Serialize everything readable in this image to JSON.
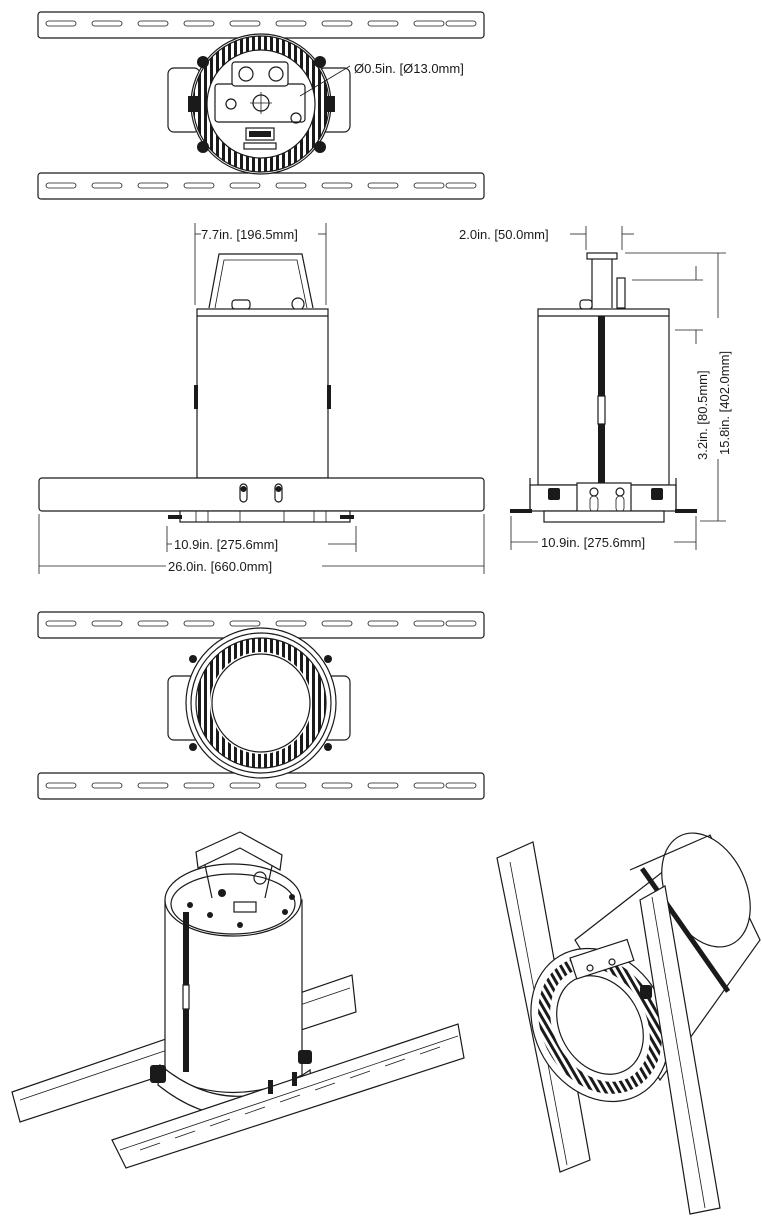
{
  "dimensions": {
    "hole": "Ø0.5in. [Ø13.0mm]",
    "top_width": "7.7in. [196.5mm]",
    "bracket_tab": "2.0in. [50.0mm]",
    "base_front": "10.9in. [275.6mm]",
    "overall_width": "26.0in. [660.0mm]",
    "base_side": "10.9in. [275.6mm]",
    "lower_height": "3.2in. [80.5mm]",
    "total_height": "15.8in. [402.0mm]"
  }
}
